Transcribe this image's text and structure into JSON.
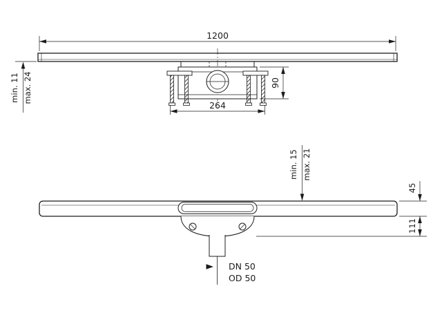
{
  "colors": {
    "background": "#ffffff",
    "line": "#1c1c1c"
  },
  "top_view": {
    "length_dim": "1200",
    "adjust_min": "min. 11",
    "adjust_max": "max. 24",
    "body_height_dim": "90",
    "feet_span_dim": "264"
  },
  "side_view": {
    "adjust_min": "min. 15",
    "adjust_max": "max. 21",
    "channel_height_dim": "45",
    "total_height_dim": "111",
    "outlet_dn": "DN 50",
    "outlet_od": "OD 50"
  }
}
